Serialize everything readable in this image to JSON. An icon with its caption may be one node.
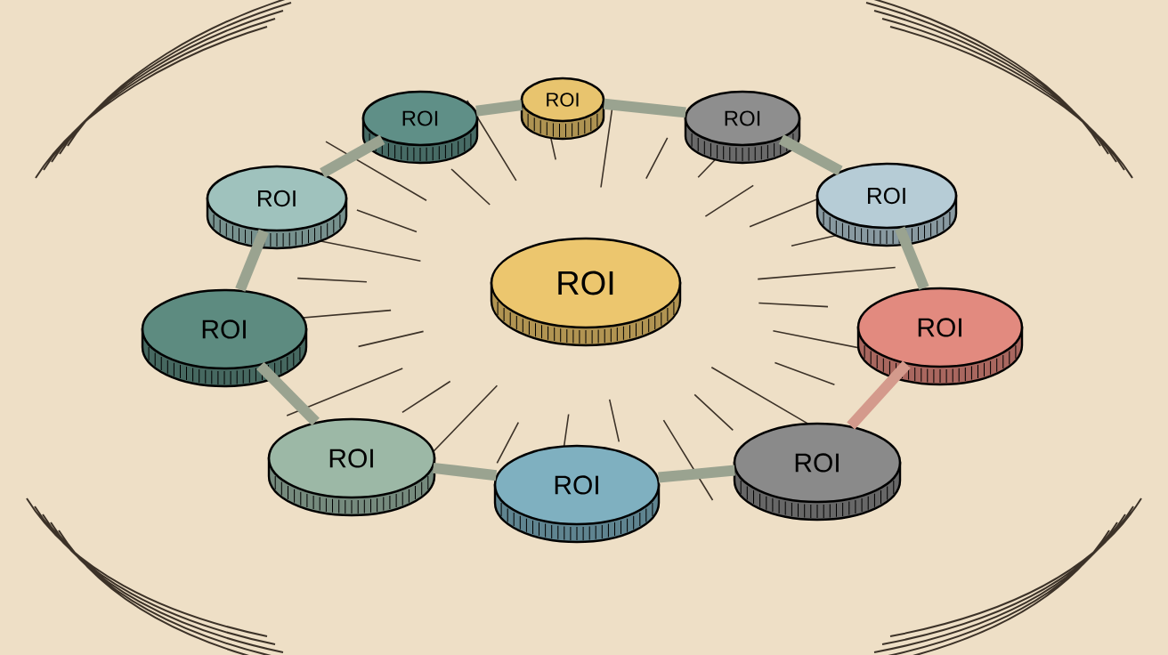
{
  "diagram": {
    "nodes": [
      {
        "text": [
          "ROI"
        ]
      },
      {
        "text": [
          "ROI"
        ]
      },
      {
        "text": [
          "ROI"
        ]
      },
      {
        "text": [
          "ROI"
        ]
      },
      {
        "text": [
          "ROI"
        ]
      },
      {
        "text": [
          "ROI"
        ]
      },
      {
        "text": [
          "ROI"
        ]
      },
      {
        "text": [
          "ROI"
        ]
      },
      {
        "text": [
          "ROI"
        ]
      },
      {
        "text": [
          "ROI"
        ]
      },
      {
        "text": [
          "ROI"
        ]
      }
    ],
    "edges": [
      {
        "from": 1,
        "to": 0,
        "arrow": "none"
      },
      {
        "from": 0,
        "to": 2,
        "arrow": "none"
      },
      {
        "from": 2,
        "to": 4,
        "arrow": "none"
      },
      {
        "from": 4,
        "to": 7,
        "arrow": "none"
      },
      {
        "from": 7,
        "to": 10,
        "arrow": "none",
        "color": "#d49a8c"
      },
      {
        "from": 10,
        "to": 9,
        "arrow": "none"
      },
      {
        "from": 9,
        "to": 8,
        "arrow": "none"
      },
      {
        "from": 8,
        "to": 6,
        "arrow": "none"
      },
      {
        "from": 6,
        "to": 3,
        "arrow": "none"
      },
      {
        "from": 3,
        "to": 1,
        "arrow": "none"
      }
    ]
  }
}
